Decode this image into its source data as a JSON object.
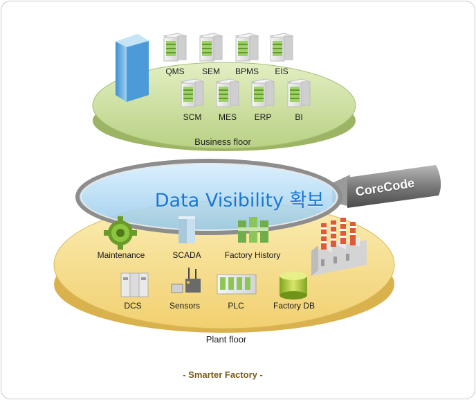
{
  "business_floor": {
    "label": "Business floor",
    "systems_row1": [
      "QMS",
      "SEM",
      "BPMS",
      "EIS"
    ],
    "systems_row2": [
      "SCM",
      "MES",
      "ERP",
      "BI"
    ]
  },
  "magnifier": {
    "title": "Data Visibility 확보",
    "handle_label": "CoreCode"
  },
  "plant_floor": {
    "label": "Plant floor",
    "row1": [
      "Maintenance",
      "SCADA",
      "Factory History"
    ],
    "row2": [
      "DCS",
      "Sensors",
      "PLC",
      "Factory DB"
    ]
  },
  "caption": "- Smarter Factory -",
  "colors": {
    "business_floor": "#c9dd9a",
    "plant_floor": "#f4dc88",
    "lens": "#a9d6f0",
    "title": "#1877d4",
    "handle": "#8a8a8a"
  }
}
